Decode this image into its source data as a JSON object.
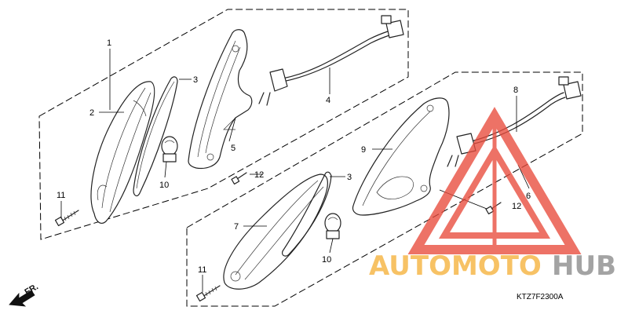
{
  "diagram": {
    "callouts": {
      "c1": "1",
      "c2": "2",
      "c3a": "3",
      "c4": "4",
      "c5": "5",
      "c10a": "10",
      "c11a": "11",
      "c12a": "12",
      "c3b": "3",
      "c6": "6",
      "c7": "7",
      "c8": "8",
      "c9": "9",
      "c10b": "10",
      "c11b": "11",
      "c12b": "12"
    },
    "direction_label": "FR.",
    "diagram_code": "KTZ7F2300A"
  },
  "watermark": {
    "text_orange": "AUTOMOTO",
    "text_gray": "HUB",
    "color_orange": "#f5b13a",
    "color_gray": "#8a8a8a",
    "color_triangle": "#e84b3c"
  }
}
